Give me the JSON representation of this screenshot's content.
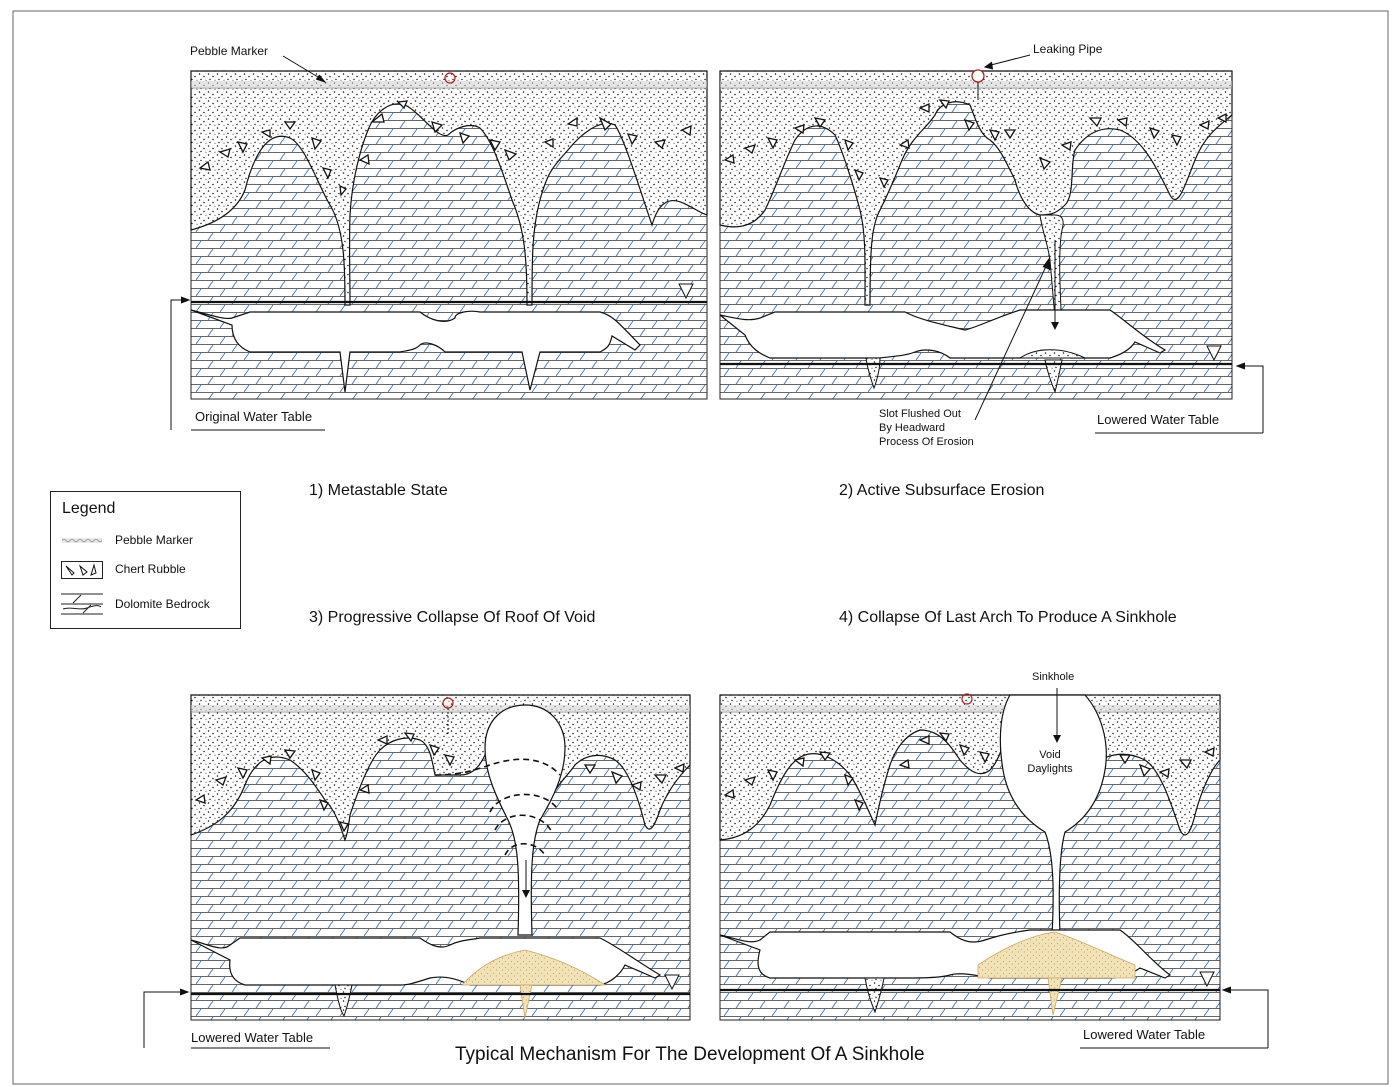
{
  "annotations": {
    "pebble_marker": "Pebble Marker",
    "leaking_pipe": "Leaking Pipe",
    "original_water_table": "Original Water Table",
    "lowered_water_table": "Lowered Water Table",
    "slot_flushed": [
      "Slot Flushed Out",
      "By Headward",
      "Process Of Erosion"
    ],
    "sinkhole": "Sinkhole",
    "void_daylights": [
      "Void",
      "Daylights"
    ]
  },
  "captions": {
    "step1": "1) Metastable State",
    "step2": "2) Active Subsurface Erosion",
    "step3": "3) Progressive Collapse Of Roof Of Void",
    "step4": "4) Collapse Of Last Arch To Produce A Sinkhole"
  },
  "legend": {
    "title": "Legend",
    "items": [
      {
        "label": "Pebble Marker",
        "icon": "pebble-marker-symbol"
      },
      {
        "label": "Chert Rubble",
        "icon": "chert-rubble-symbol"
      },
      {
        "label": "Dolomite Bedrock",
        "icon": "dolomite-bedrock-symbol"
      }
    ]
  },
  "title": "Typical Mechanism For The Development Of A Sinkhole",
  "colors": {
    "bedrock_lines": "#3f74a8",
    "soil_dots": "#111111",
    "collapsed_debris": "#f1e2b8",
    "pipe": "#b02020"
  }
}
